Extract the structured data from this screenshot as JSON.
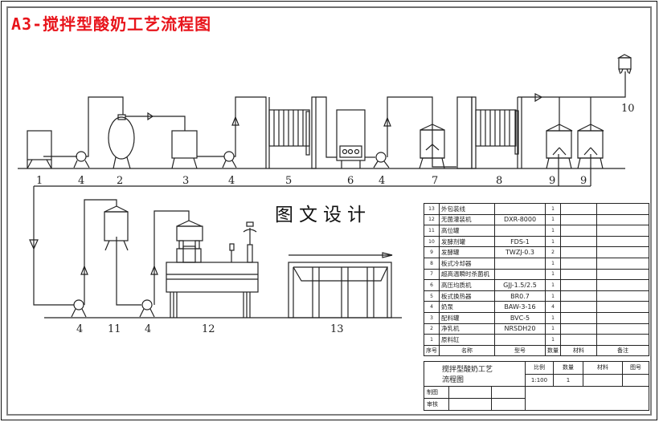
{
  "title": "A3-搅拌型酸奶工艺流程图",
  "watermark": "图文设计",
  "process_labels": {
    "top_row": [
      "1",
      "4",
      "2",
      "3",
      "4",
      "5",
      "6",
      "4",
      "7",
      "8",
      "9",
      "9",
      "10"
    ],
    "bottom_row": [
      "4",
      "11",
      "4",
      "12",
      "13"
    ]
  },
  "parts_table": {
    "rows": [
      {
        "no": "13",
        "name": "外包装线",
        "model": "",
        "qty": "1",
        "material": "",
        "note": ""
      },
      {
        "no": "12",
        "name": "无菌灌装机",
        "model": "DXR-8000",
        "qty": "1",
        "material": "",
        "note": ""
      },
      {
        "no": "11",
        "name": "高位罐",
        "model": "",
        "qty": "1",
        "material": "",
        "note": ""
      },
      {
        "no": "10",
        "name": "发酵剂罐",
        "model": "FDS-1",
        "qty": "1",
        "material": "",
        "note": ""
      },
      {
        "no": "9",
        "name": "发酵罐",
        "model": "TWZJ-0.3",
        "qty": "2",
        "material": "",
        "note": ""
      },
      {
        "no": "8",
        "name": "板式冷却器",
        "model": "",
        "qty": "1",
        "material": "",
        "note": ""
      },
      {
        "no": "7",
        "name": "超高温瞬时杀菌机",
        "model": "",
        "qty": "1",
        "material": "",
        "note": ""
      },
      {
        "no": "6",
        "name": "高压均质机",
        "model": "GJJ-1.5/2.5",
        "qty": "1",
        "material": "",
        "note": ""
      },
      {
        "no": "5",
        "name": "板式换热器",
        "model": "BR0.7",
        "qty": "1",
        "material": "",
        "note": ""
      },
      {
        "no": "4",
        "name": "奶泵",
        "model": "BAW-3-16",
        "qty": "4",
        "material": "",
        "note": ""
      },
      {
        "no": "3",
        "name": "配料罐",
        "model": "BVC-5",
        "qty": "1",
        "material": "",
        "note": ""
      },
      {
        "no": "2",
        "name": "净乳机",
        "model": "NRSDH20",
        "qty": "1",
        "material": "",
        "note": ""
      },
      {
        "no": "1",
        "name": "原料缸",
        "model": "",
        "qty": "1",
        "material": "",
        "note": ""
      }
    ],
    "header": {
      "no": "序号",
      "name": "名称",
      "model": "型号",
      "qty": "数量",
      "material": "材料",
      "note": "备注"
    }
  },
  "title_block": {
    "drawing_name": "搅拌型酸奶工艺流程图",
    "drawing_name_line1": "搅拌型酸奶工艺",
    "drawing_name_line2": "流程图",
    "scale_label": "比例",
    "qty_label": "数量",
    "material_label": "材料",
    "drawing_no_label": "图号",
    "scale_value": "1:100",
    "qty_value": "1",
    "material_value": "",
    "drawing_no_value": "",
    "drawn_by_label": "制图",
    "reviewed_by_label": "审核"
  },
  "colors": {
    "title": "#e8141b",
    "line": "#222222",
    "frame": "#808080"
  }
}
